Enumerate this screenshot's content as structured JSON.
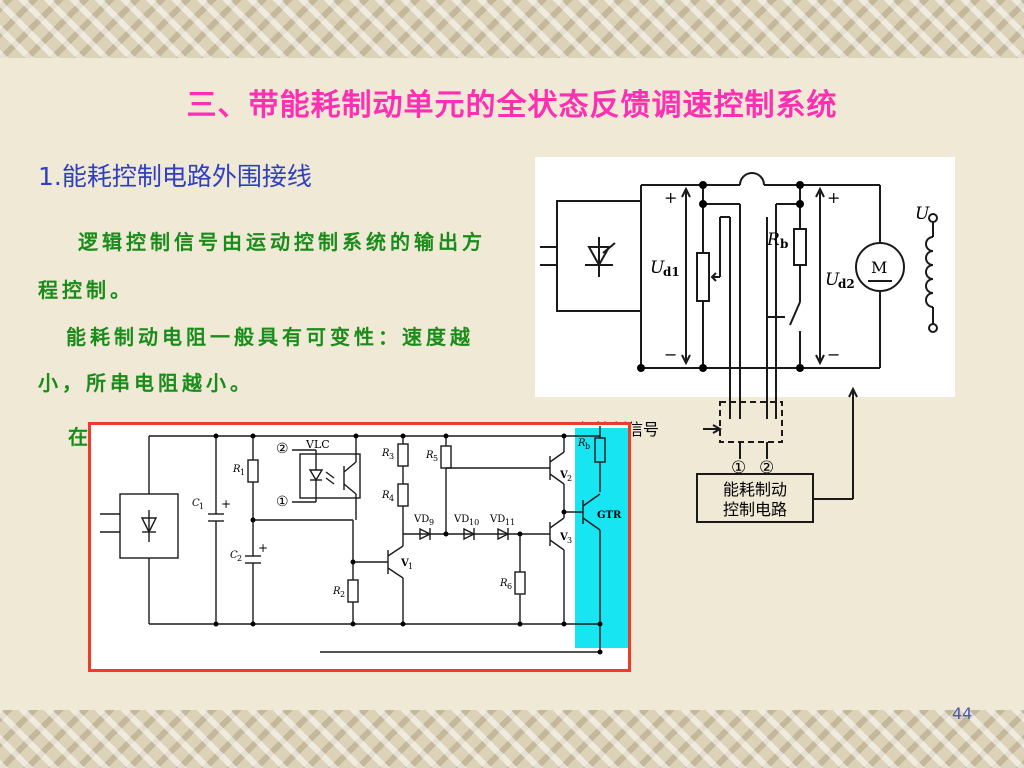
{
  "title": "三、带能耗制动单元的全状态反馈调速控制系统",
  "subheading": "1.能耗控制电路外围接线",
  "paragraphs": [
    "逻辑控制信号由运动控制系统的输出方程控制。",
    "能耗制动电阻一般具有可变性：速度越小，所串电阻越小。",
    "在"
  ],
  "page_number": "44",
  "top_diagram": {
    "labels": {
      "ud1": "U",
      "ud1_sub": "d1",
      "ud2": "U",
      "ud2_sub": "d2",
      "rb": "R",
      "rb_sub": "b",
      "u": "U",
      "m": "M",
      "plus_left": "+",
      "minus_left": "−",
      "plus_right": "+",
      "minus_right": "−",
      "logic_signal": "逻辑控制信号",
      "circle1": "①",
      "circle2": "②",
      "ctrl_line1": "能耗制动",
      "ctrl_line2": "控制电路"
    }
  },
  "bottom_diagram": {
    "labels": {
      "vlc": "VLC",
      "r1": "R",
      "r1_sub": "1",
      "r2": "R",
      "r2_sub": "2",
      "r3": "R",
      "r3_sub": "3",
      "r4": "R",
      "r4_sub": "4",
      "r5": "R",
      "r5_sub": "5",
      "r6": "R",
      "r6_sub": "6",
      "rb": "R",
      "rb_sub": "b",
      "c1": "C",
      "c1_sub": "1",
      "c2": "C",
      "c2_sub": "2",
      "c1_plus": "+",
      "c2_plus": "+",
      "vd9": "VD",
      "vd9_sub": "9",
      "vd10": "VD",
      "vd10_sub": "10",
      "vd11": "VD",
      "vd11_sub": "11",
      "v1": "V",
      "v1_sub": "1",
      "v2": "V",
      "v2_sub": "2",
      "v3": "V",
      "v3_sub": "3",
      "gtr": "GTR",
      "circle1": "①",
      "circle2": "②"
    }
  },
  "colors": {
    "title": "#ff2fb3",
    "subheading": "#2f3fbf",
    "body_text": "#1a8c1a",
    "panel_border": "#ef3c2a",
    "gtr_highlight": "#17e6f2"
  }
}
